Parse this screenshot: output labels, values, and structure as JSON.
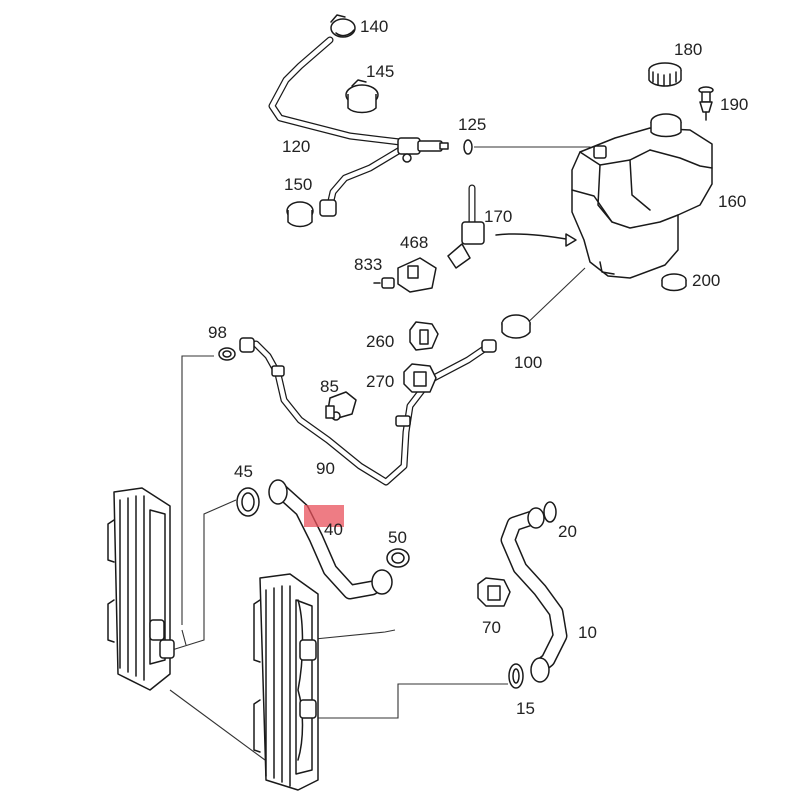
{
  "colors": {
    "line": "#1a1a1a",
    "background": "#ffffff",
    "highlight": "#e8505b"
  },
  "highlighted_part": "40",
  "labels": {
    "p10": "10",
    "p15": "15",
    "p20": "20",
    "p40": "40",
    "p45": "45",
    "p50": "50",
    "p70": "70",
    "p85": "85",
    "p90": "90",
    "p98": "98",
    "p100": "100",
    "p120": "120",
    "p125": "125",
    "p140": "140",
    "p145": "145",
    "p150": "150",
    "p160": "160",
    "p170": "170",
    "p180": "180",
    "p190": "190",
    "p200": "200",
    "p260": "260",
    "p270": "270",
    "p468": "468",
    "p833": "833"
  }
}
